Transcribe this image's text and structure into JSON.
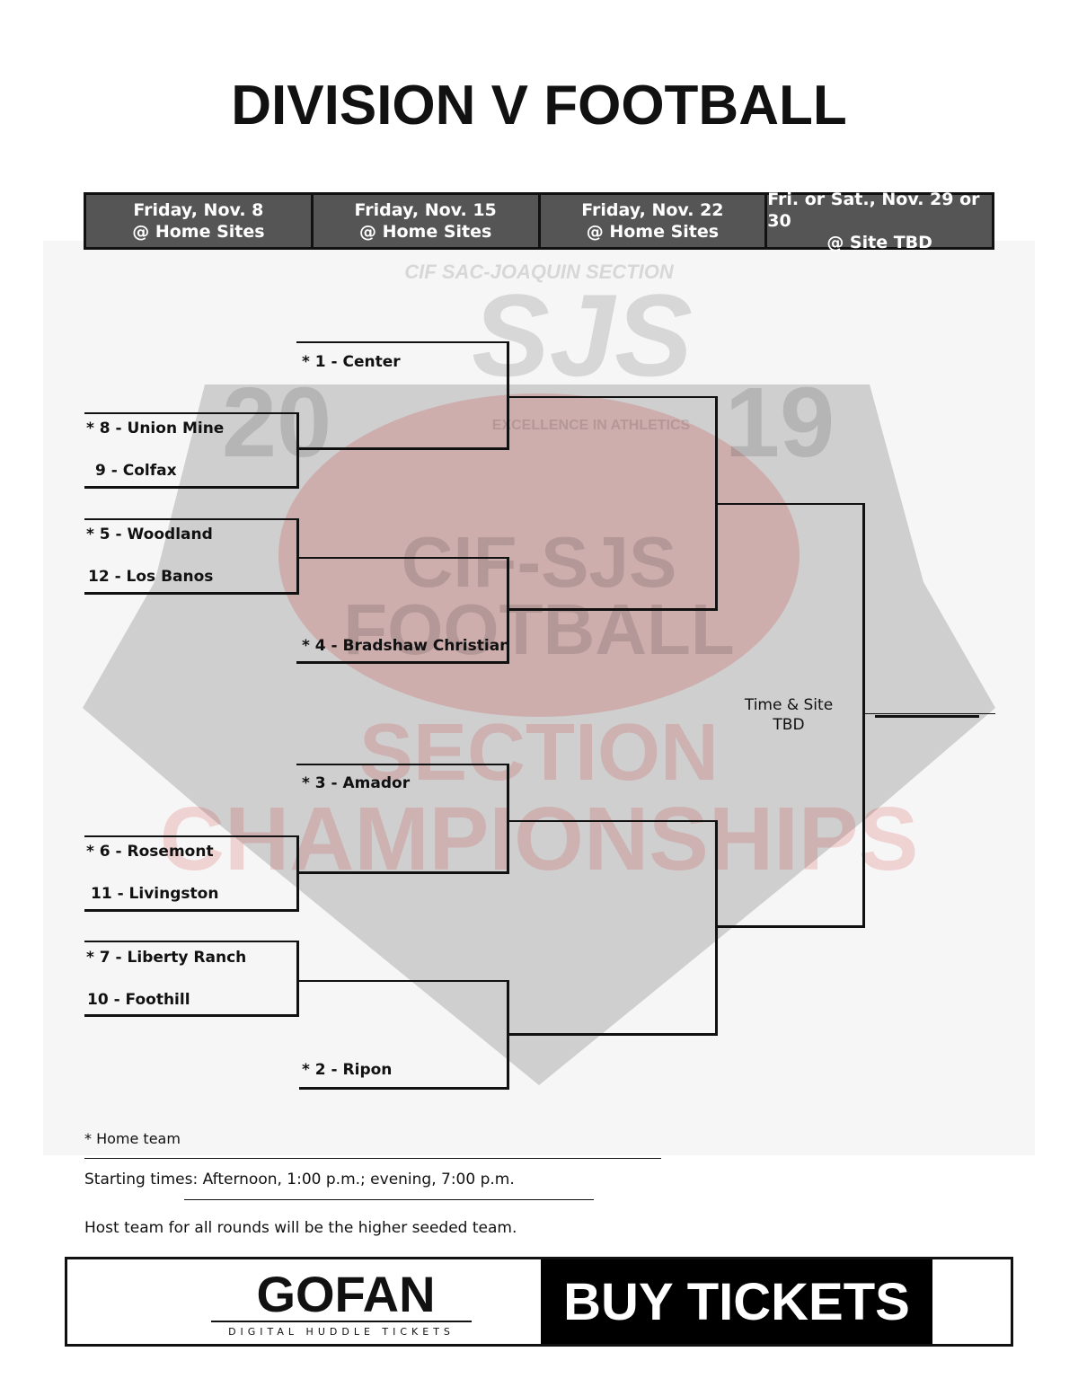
{
  "title": "DIVISION V FOOTBALL",
  "rounds": [
    {
      "line1": "Friday, Nov. 8",
      "line2": "@ Home Sites"
    },
    {
      "line1": "Friday, Nov. 15",
      "line2": "@ Home Sites"
    },
    {
      "line1": "Friday, Nov. 22",
      "line2": "@ Home Sites"
    },
    {
      "line1": "Fri. or Sat., Nov. 29 or 30",
      "line2": "@ Site TBD"
    }
  ],
  "watermark": {
    "section": "CIF SAC-JOAQUIN SECTION",
    "sjs": "SJS",
    "year_left": "20",
    "year_right": "19",
    "tagline": "EXCELLENCE IN ATHLETICS",
    "football_line1": "CIF-SJS",
    "football_line2": "FOOTBALL",
    "section_word": "SECTION",
    "championships": "CHAMPIONSHIPS"
  },
  "teams": {
    "center": "* 1 - Center",
    "union_mine": "* 8 - Union Mine",
    "colfax": "9 - Colfax",
    "woodland": "* 5 - Woodland",
    "los_banos": "12 - Los Banos",
    "bradshaw": "* 4 - Bradshaw Christian",
    "amador": "* 3 - Amador",
    "rosemont": "* 6 - Rosemont",
    "livingston": "11 - Livingston",
    "liberty_ranch": "* 7 - Liberty Ranch",
    "foothill": "10 - Foothill",
    "ripon": "* 2 - Ripon"
  },
  "final_tbd_line1": "Time & Site",
  "final_tbd_line2": "TBD",
  "notes": {
    "home_team": "* Home team",
    "starting_times": "Starting times: Afternoon, 1:00 p.m.; evening, 7:00 p.m.",
    "host_team": "Host team for all rounds will be the higher seeded team."
  },
  "banner": {
    "logo_text": "GOFAN",
    "logo_sub": "DIGITAL HUDDLE TICKETS",
    "buy": "BUY TICKETS"
  }
}
